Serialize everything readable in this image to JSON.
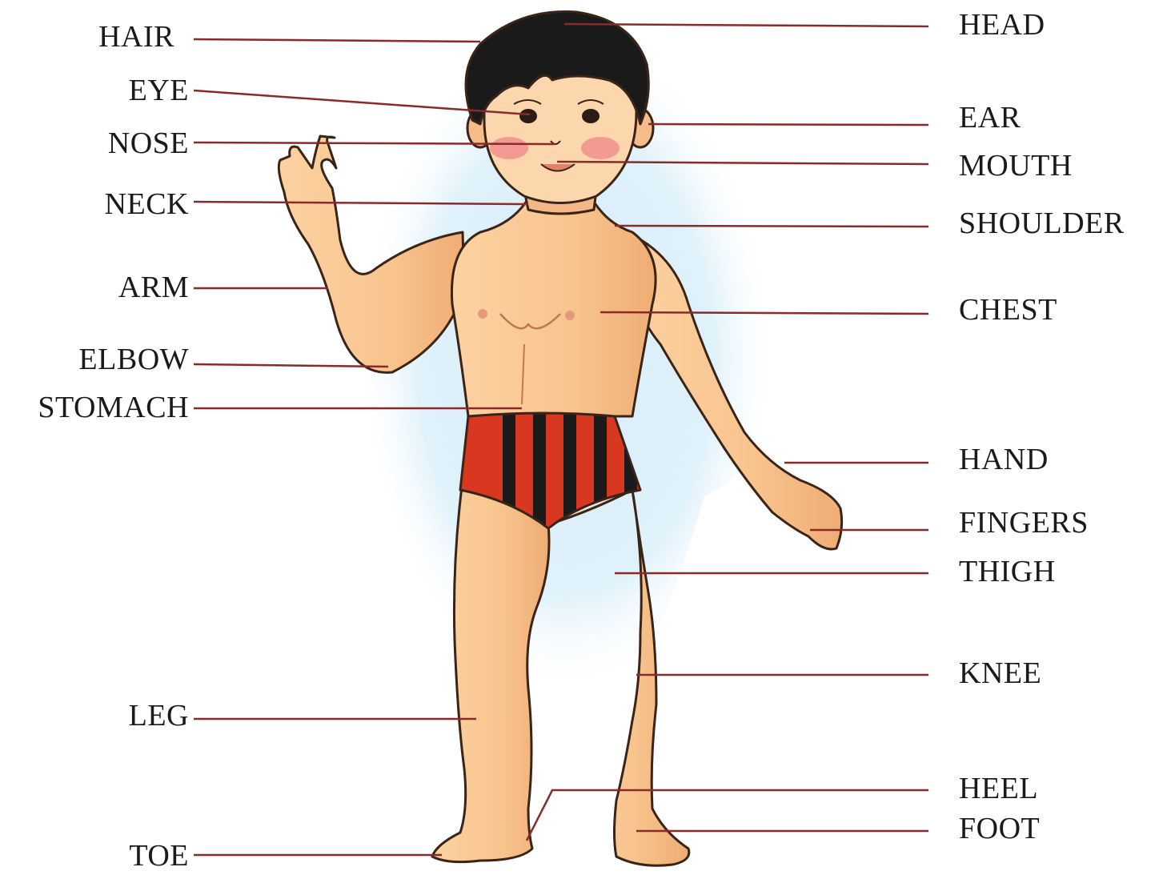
{
  "labels_left": {
    "hair": "HAIR",
    "eye": "EYE",
    "nose": "NOSE",
    "neck": "NECK",
    "arm": "ARM",
    "elbow": "ELBOW",
    "stomach": "STOMACH",
    "leg": "LEG",
    "toe": "TOE"
  },
  "labels_right": {
    "head": "HEAD",
    "ear": "EAR",
    "mouth": "MOUTH",
    "shoulder": "SHOULDER",
    "chest": "CHEST",
    "hand": "HAND",
    "fingers": "FINGERS",
    "thigh": "THIGH",
    "knee": "KNEE",
    "heel": "HEEL",
    "foot": "FOOT"
  },
  "colors": {
    "leader_line": "#8b2a2a",
    "skin": "#f8c48e",
    "hair": "#1a1a1a",
    "shorts_red": "#d8381f",
    "shorts_black": "#1a1a1a",
    "backdrop": "#c9e6f4"
  }
}
